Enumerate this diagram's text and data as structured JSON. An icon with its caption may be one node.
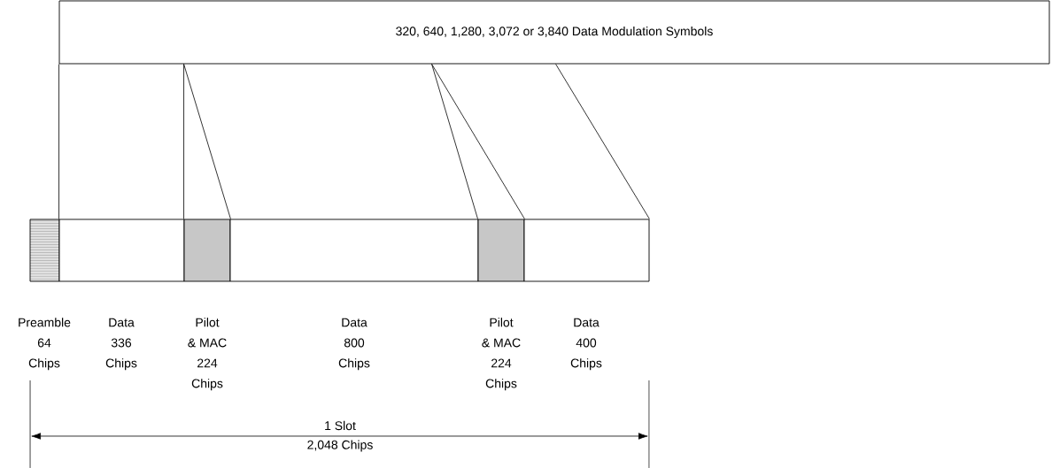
{
  "diagram": {
    "nodes": [
      {
        "text": [
          "320, 640, 1,280,  3,072 or 3,840 Data Modulation Symbols"
        ]
      },
      {
        "text": [
          "Preamble 64 Chips"
        ]
      },
      {
        "text": [
          "Data 336 Chips"
        ]
      },
      {
        "text": [
          "Pilot & MAC 224 Chips"
        ]
      },
      {
        "text": [
          "Data 800 Chips"
        ]
      },
      {
        "text": [
          "Pilot & MAC 224 Chips"
        ]
      },
      {
        "text": [
          "Data 400 Chips"
        ]
      }
    ],
    "edges": [
      {
        "from": 0,
        "to": 2,
        "arrow": "none"
      },
      {
        "from": 0,
        "to": 3,
        "arrow": "none"
      },
      {
        "from": 0,
        "to": 3,
        "arrow": "none"
      },
      {
        "from": 0,
        "to": 5,
        "arrow": "none"
      },
      {
        "from": 0,
        "to": 5,
        "arrow": "none"
      },
      {
        "from": 0,
        "to": 6,
        "arrow": "none"
      }
    ],
    "labels": [
      "1 Slot",
      "2,048 Chips"
    ]
  }
}
